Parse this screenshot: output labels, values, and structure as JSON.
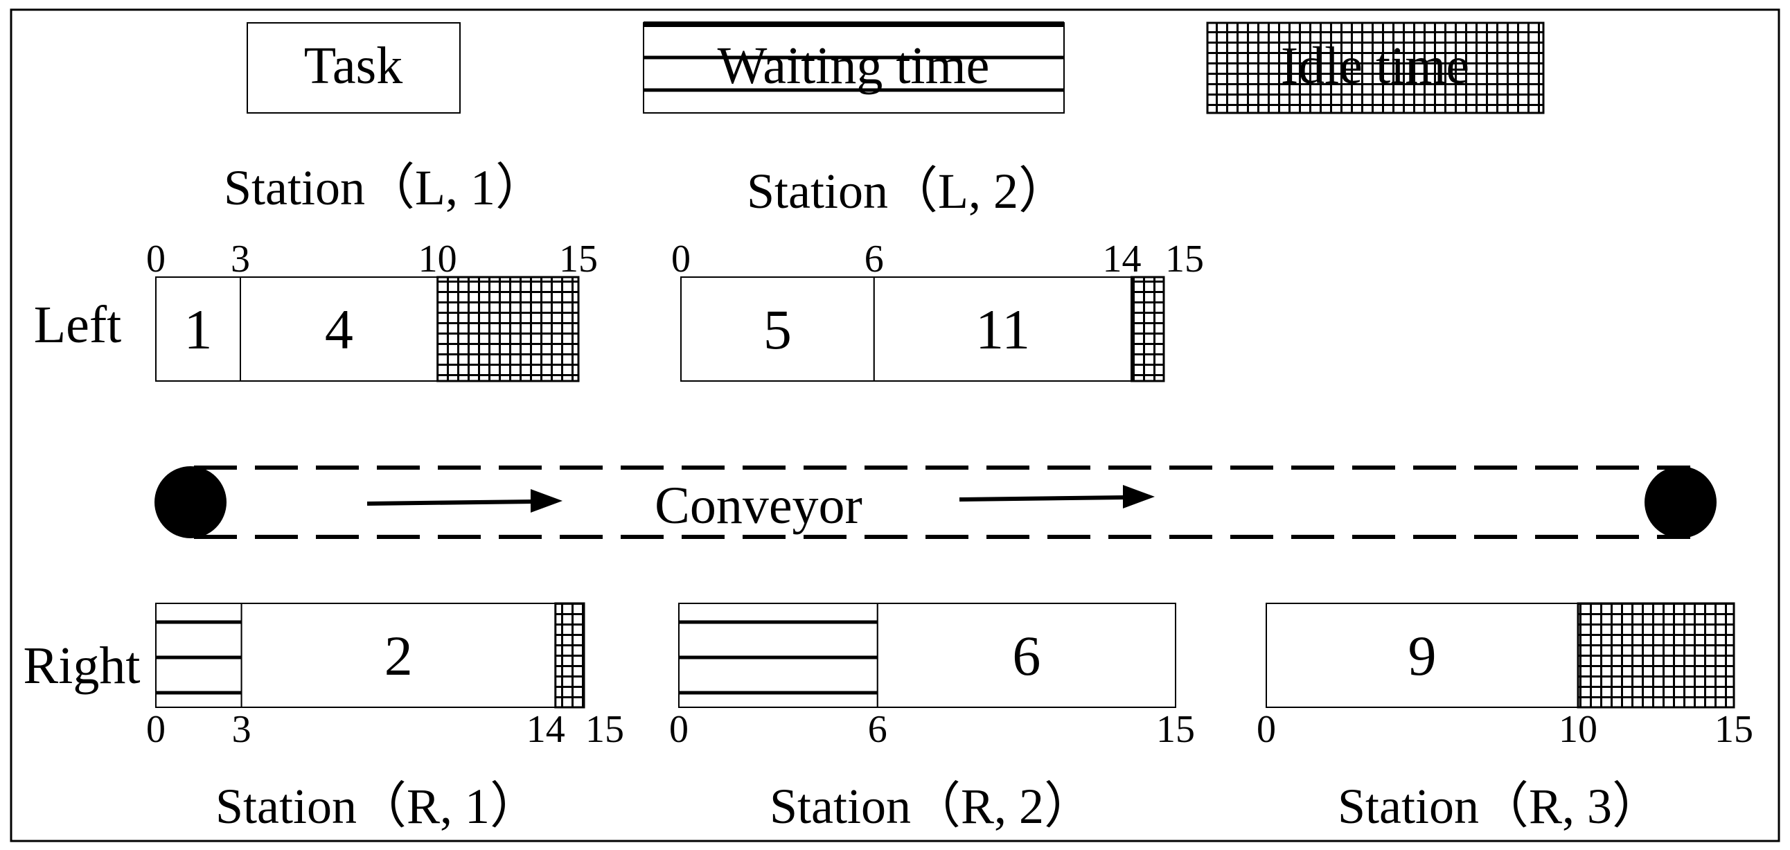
{
  "legend": {
    "task": "Task",
    "waiting": "Waiting time",
    "idle": "Idle time"
  },
  "side_labels": {
    "left": "Left",
    "right": "Right"
  },
  "conveyor_label": "Conveyor",
  "cycle_time": 15,
  "stations": {
    "L1": {
      "title": "Station（L, 1）",
      "ticks": [
        "0",
        "3",
        "10",
        "15"
      ],
      "segments": [
        {
          "kind": "task",
          "label": "1",
          "start": 0,
          "end": 3
        },
        {
          "kind": "task",
          "label": "4",
          "start": 3,
          "end": 10
        },
        {
          "kind": "idle",
          "start": 10,
          "end": 15
        }
      ]
    },
    "L2": {
      "title": "Station（L, 2）",
      "ticks": [
        "0",
        "6",
        "14",
        "15"
      ],
      "segments": [
        {
          "kind": "task",
          "label": "5",
          "start": 0,
          "end": 6
        },
        {
          "kind": "task",
          "label": "11",
          "start": 6,
          "end": 14
        },
        {
          "kind": "idle",
          "start": 14,
          "end": 15
        }
      ]
    },
    "R1": {
      "title": "Station（R, 1）",
      "ticks": [
        "0",
        "3",
        "14",
        "15"
      ],
      "segments": [
        {
          "kind": "waiting",
          "start": 0,
          "end": 3
        },
        {
          "kind": "task",
          "label": "2",
          "start": 3,
          "end": 14
        },
        {
          "kind": "idle",
          "start": 14,
          "end": 15
        }
      ]
    },
    "R2": {
      "title": "Station（R, 2）",
      "ticks": [
        "0",
        "6",
        "15"
      ],
      "segments": [
        {
          "kind": "waiting",
          "start": 0,
          "end": 6
        },
        {
          "kind": "task",
          "label": "6",
          "start": 6,
          "end": 15
        }
      ]
    },
    "R3": {
      "title": "Station（R, 3）",
      "ticks": [
        "0",
        "10",
        "15"
      ],
      "segments": [
        {
          "kind": "task",
          "label": "9",
          "start": 0,
          "end": 10
        },
        {
          "kind": "idle",
          "start": 10,
          "end": 15
        }
      ]
    }
  }
}
